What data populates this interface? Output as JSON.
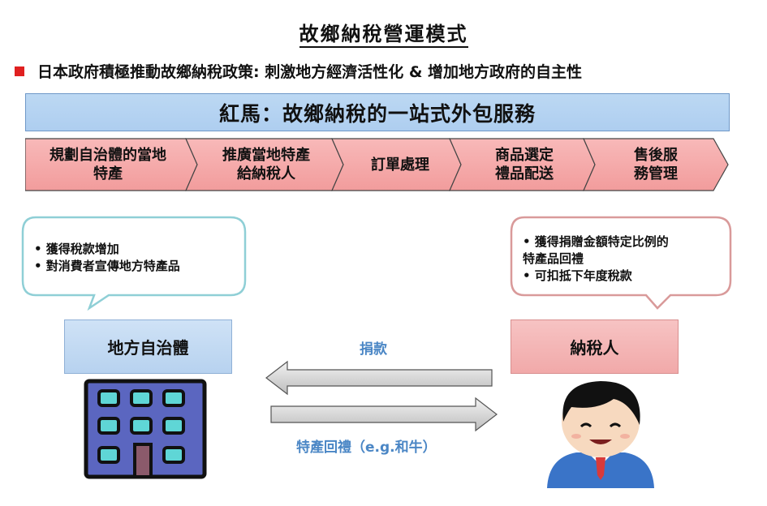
{
  "title": "故鄉納稅營運模式",
  "subtitle": "日本政府積極推動故鄉納稅政策: 刺激地方經濟活性化 & 增加地方政府的自主性",
  "banner": "紅馬：故鄉納稅的一站式外包服務",
  "steps": [
    {
      "label": "規劃自治體的當地\n特產"
    },
    {
      "label": "推廣當地特產\n給納稅人"
    },
    {
      "label": "訂單處理"
    },
    {
      "label": "商品選定\n禮品配送"
    },
    {
      "label": "售後服\n務管理"
    }
  ],
  "left_callout": {
    "lines": [
      "• 獲得稅款增加",
      "• 對消費者宣傳地方特產品"
    ]
  },
  "right_callout": {
    "lines": [
      "• 獲得捐贈金額特定比例的",
      "特產品回禮",
      "• 可扣抵下年度稅款"
    ]
  },
  "entities": {
    "government": "地方自治體",
    "taxpayer": "納稅人"
  },
  "flows": {
    "donation": "捐款",
    "gift": "特產回禮（e.g.和牛）"
  },
  "colors": {
    "banner": "#b7d4f2",
    "step_fill": "#f4a3a3",
    "gov_box": "#c4daf2",
    "taxpayer_box": "#f4b6b6",
    "flow_text": "#4a86c5",
    "bullet": "#e02020"
  }
}
